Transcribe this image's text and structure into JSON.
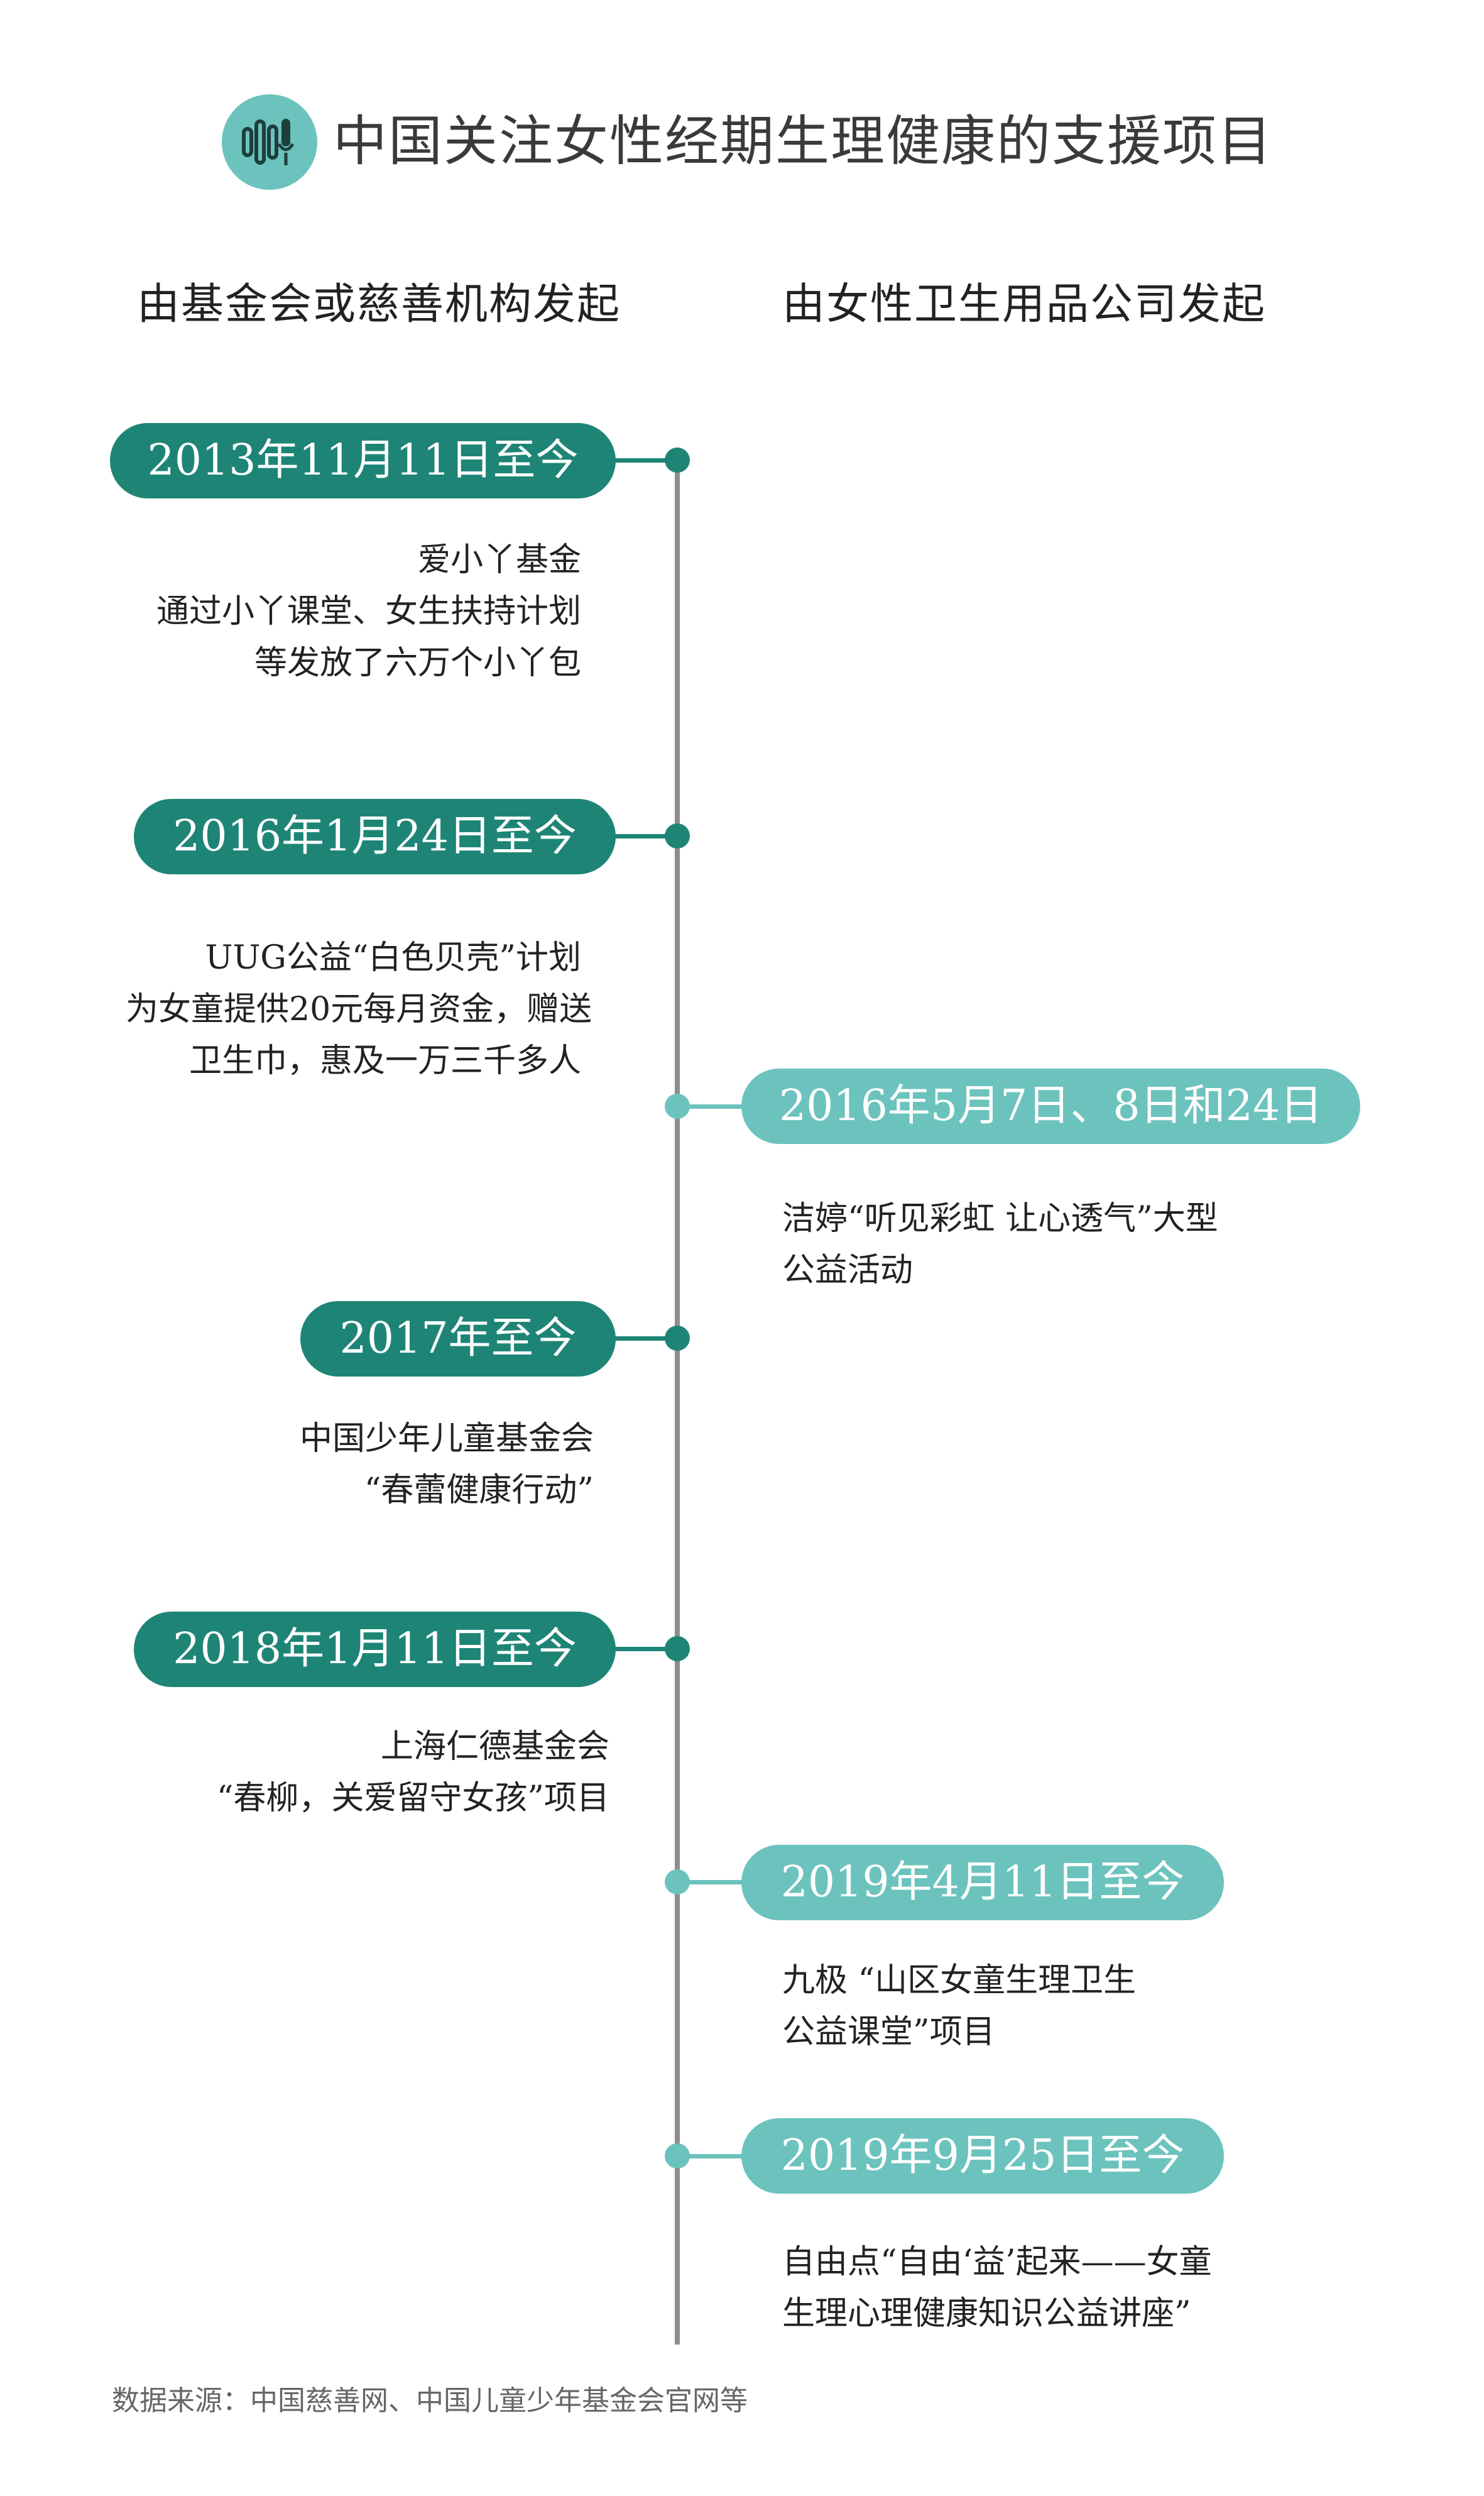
{
  "header": {
    "title": "中国关注女性经期生理健康的支援项目",
    "icon": "microphone-icon",
    "icon_color": "#6cc3bd"
  },
  "columns": {
    "left": "由基金会或慈善机构发起",
    "right": "由女性卫生用品公司发起"
  },
  "colors": {
    "foundation": "#1e8576",
    "company": "#6cc3bd",
    "axis": "#8c8c8c"
  },
  "events": [
    {
      "side": "left",
      "date": "2013年11月11日至今",
      "lines": [
        "爱小丫基金",
        "通过小丫课堂、女生扶持计划",
        "等发放了六万个小丫包"
      ]
    },
    {
      "side": "left",
      "date": "2016年1月24日至今",
      "lines": [
        "UUG公益“白色贝壳”计划",
        "为女童提供20元每月资金，赠送",
        "卫生巾，惠及一万三千多人"
      ]
    },
    {
      "side": "right",
      "date": "2016年5月7日、8日和24日",
      "lines": [
        "洁婷“听见彩虹 让心透气”大型",
        "公益活动"
      ]
    },
    {
      "side": "left",
      "date": "2017年至今",
      "lines": [
        "中国少年儿童基金会",
        "“春蕾健康行动”"
      ]
    },
    {
      "side": "left",
      "date": "2018年1月11日至今",
      "lines": [
        "上海仁德基金会",
        "“春柳，关爱留守女孩”项目"
      ]
    },
    {
      "side": "right",
      "date": "2019年4月11日至今",
      "lines": [
        "九极 “山区女童生理卫生",
        "公益课堂”项目"
      ]
    },
    {
      "side": "right",
      "date": "2019年9月25日至今",
      "lines": [
        "自由点“自由‘益’起来——女童",
        "生理心理健康知识公益讲座”"
      ]
    }
  ],
  "source": "数据来源：中国慈善网、中国儿童少年基金会官网等"
}
